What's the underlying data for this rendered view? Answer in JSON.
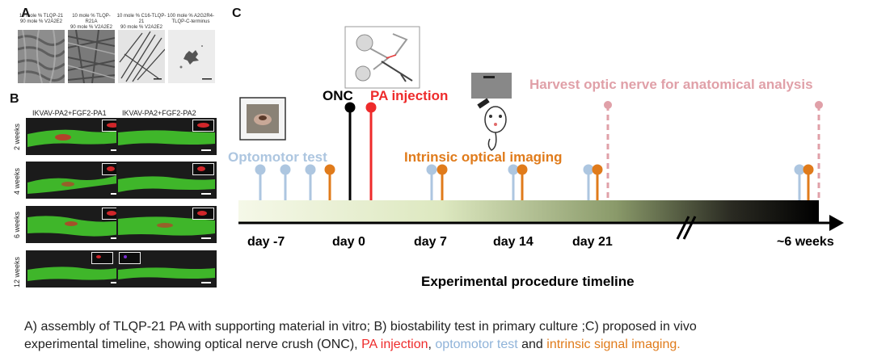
{
  "panel_a": {
    "label": "A",
    "captions": [
      [
        "10 mole % TLQP-21",
        "90 mole % V2A2E2"
      ],
      [
        "10 mole % TLQP-R21A",
        "90 mole % V2A2E2"
      ],
      [
        "10 mole % C16-TLQP-21",
        "90 mole % V2A2E2"
      ],
      [
        "100 mole % A2G2R4-",
        "TLQP-C-terminus"
      ]
    ]
  },
  "panel_b": {
    "label": "B",
    "columns": [
      "IKVAV-PA2+FGF2-PA1",
      "IKVAV-PA2+FGF2-PA2"
    ],
    "rows": [
      "2 weeks",
      "4 weeks",
      "6 weeks",
      "12 weeks"
    ]
  },
  "panel_c": {
    "label": "C",
    "onc": "ONC",
    "pa_injection": "PA injection",
    "optomotor": "Optomotor test",
    "intrinsic": "Intrinsic optical imaging",
    "harvest": "Harvest optic nerve for anatomical analysis",
    "days": [
      "day -7",
      "day 0",
      "day 7",
      "day 14",
      "day 21",
      "~6 weeks"
    ],
    "title": "Experimental procedure timeline",
    "colors": {
      "optomotor": "#adc6e0",
      "intrinsic": "#e07b1b",
      "pa": "#ee2b2b",
      "harvest": "#e0a0a8",
      "onc": "#000000"
    }
  },
  "caption": {
    "line1": "A) assembly of TLQP-21 PA with supporting material in vitro; B) biostability test in primary culture ;C) proposed in vivo",
    "line2_a": "experimental timeline, showing optical nerve crush (ONC),",
    "pa": "PA injection",
    "sep": ",",
    "opto": "optomotor test",
    "and": "and",
    "intrinsic": "intrinsic signal imaging."
  }
}
